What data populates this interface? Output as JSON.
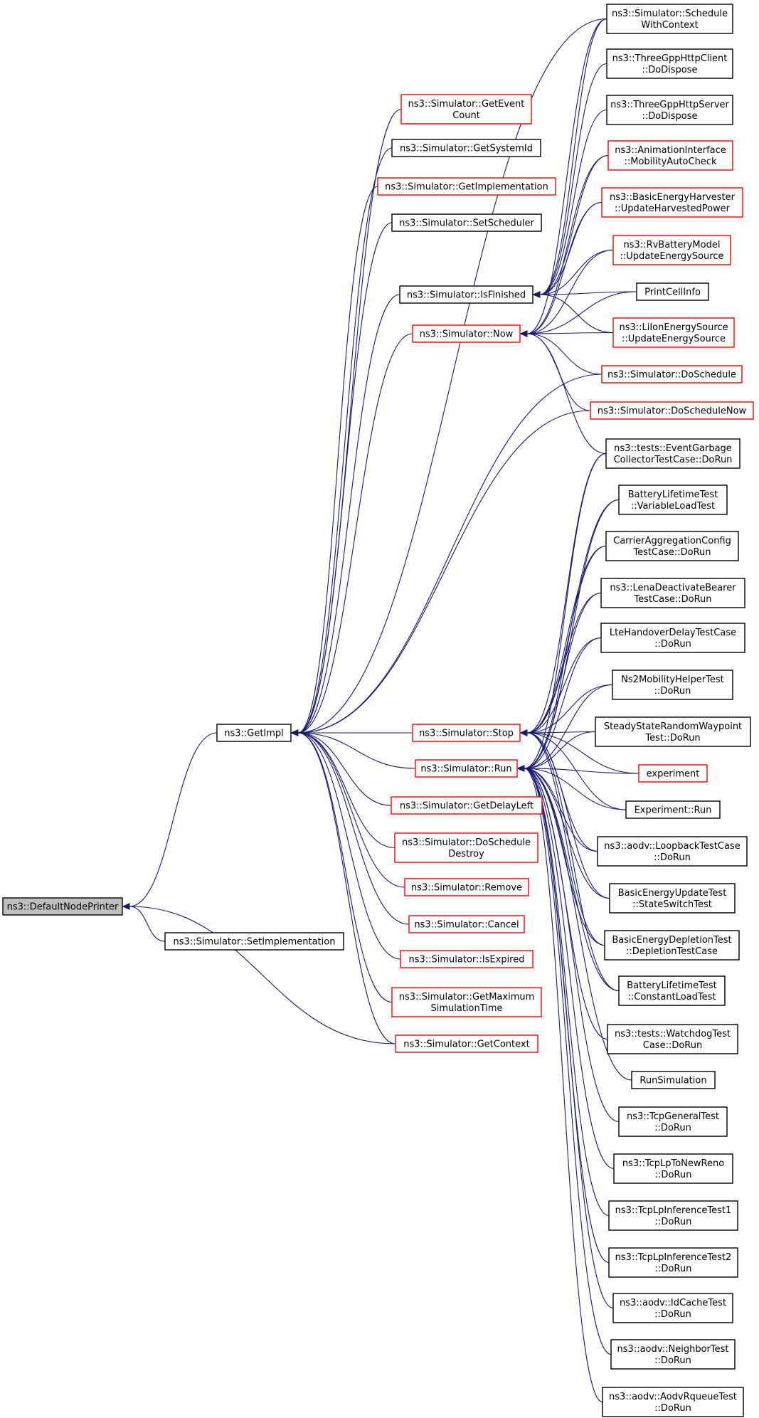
{
  "colors": {
    "edge": "#191970",
    "border_normal": "#000000",
    "border_truncated": "#ff0000",
    "root_fill": "#bfbfbf"
  },
  "nodes": [
    {
      "id": "defaultnodeprinter",
      "lines": [
        "ns3::DefaultNodePrinter"
      ],
      "style": "root"
    },
    {
      "id": "getimpl",
      "lines": [
        "ns3::GetImpl"
      ],
      "style": "normal"
    },
    {
      "id": "setimplementation",
      "lines": [
        "ns3::Simulator::SetImplementation"
      ],
      "style": "normal"
    },
    {
      "id": "geteventcount",
      "lines": [
        "ns3::Simulator::GetEvent",
        "Count"
      ],
      "style": "red"
    },
    {
      "id": "getsystemid",
      "lines": [
        "ns3::Simulator::GetSystemId"
      ],
      "style": "normal"
    },
    {
      "id": "getimplementation",
      "lines": [
        "ns3::Simulator::GetImplementation"
      ],
      "style": "red"
    },
    {
      "id": "setscheduler",
      "lines": [
        "ns3::Simulator::SetScheduler"
      ],
      "style": "normal"
    },
    {
      "id": "isfinished",
      "lines": [
        "ns3::Simulator::IsFinished"
      ],
      "style": "normal"
    },
    {
      "id": "now",
      "lines": [
        "ns3::Simulator::Now"
      ],
      "style": "red"
    },
    {
      "id": "stop",
      "lines": [
        "ns3::Simulator::Stop"
      ],
      "style": "red"
    },
    {
      "id": "run",
      "lines": [
        "ns3::Simulator::Run"
      ],
      "style": "red"
    },
    {
      "id": "getdelayleft",
      "lines": [
        "ns3::Simulator::GetDelayLeft"
      ],
      "style": "red"
    },
    {
      "id": "doscheduledestroy",
      "lines": [
        "ns3::Simulator::DoSchedule",
        "Destroy"
      ],
      "style": "red"
    },
    {
      "id": "remove",
      "lines": [
        "ns3::Simulator::Remove"
      ],
      "style": "red"
    },
    {
      "id": "cancel",
      "lines": [
        "ns3::Simulator::Cancel"
      ],
      "style": "red"
    },
    {
      "id": "isexpired",
      "lines": [
        "ns3::Simulator::IsExpired"
      ],
      "style": "red"
    },
    {
      "id": "getmaximum",
      "lines": [
        "ns3::Simulator::GetMaximum",
        "SimulationTime"
      ],
      "style": "red"
    },
    {
      "id": "getcontext",
      "lines": [
        "ns3::Simulator::GetContext"
      ],
      "style": "red"
    },
    {
      "id": "schedulewithcontext",
      "lines": [
        "ns3::Simulator::Schedule",
        "WithContext"
      ],
      "style": "normal"
    },
    {
      "id": "httpclient",
      "lines": [
        "ns3::ThreeGppHttpClient",
        "::DoDispose"
      ],
      "style": "normal"
    },
    {
      "id": "httpserver",
      "lines": [
        "ns3::ThreeGppHttpServer",
        "::DoDispose"
      ],
      "style": "normal"
    },
    {
      "id": "animation",
      "lines": [
        "ns3::AnimationInterface",
        "::MobilityAutoCheck"
      ],
      "style": "red"
    },
    {
      "id": "harvester",
      "lines": [
        "ns3::BasicEnergyHarvester",
        "::UpdateHarvestedPower"
      ],
      "style": "red"
    },
    {
      "id": "rvbattery",
      "lines": [
        "ns3::RvBatteryModel",
        "::UpdateEnergySource"
      ],
      "style": "red"
    },
    {
      "id": "printcellinfo",
      "lines": [
        "PrintCellInfo"
      ],
      "style": "normal"
    },
    {
      "id": "liion",
      "lines": [
        "ns3::LiIonEnergySource",
        "::UpdateEnergySource"
      ],
      "style": "red"
    },
    {
      "id": "doschedule",
      "lines": [
        "ns3::Simulator::DoSchedule"
      ],
      "style": "red"
    },
    {
      "id": "doschedulenow",
      "lines": [
        "ns3::Simulator::DoScheduleNow"
      ],
      "style": "red"
    },
    {
      "id": "eventgarbage",
      "lines": [
        "ns3::tests::EventGarbage",
        "CollectorTestCase::DoRun"
      ],
      "style": "normal"
    },
    {
      "id": "batteryvariable",
      "lines": [
        "BatteryLifetimeTest",
        "::VariableLoadTest"
      ],
      "style": "normal"
    },
    {
      "id": "carrieragg",
      "lines": [
        "CarrierAggregationConfig",
        "TestCase::DoRun"
      ],
      "style": "normal"
    },
    {
      "id": "lenadeactivate",
      "lines": [
        "ns3::LenaDeactivateBearer",
        "TestCase::DoRun"
      ],
      "style": "normal"
    },
    {
      "id": "ltehandover",
      "lines": [
        "LteHandoverDelayTestCase",
        "::DoRun"
      ],
      "style": "normal"
    },
    {
      "id": "ns2mobility",
      "lines": [
        "Ns2MobilityHelperTest",
        "::DoRun"
      ],
      "style": "normal"
    },
    {
      "id": "steadystate",
      "lines": [
        "SteadyStateRandomWaypoint",
        "Test::DoRun"
      ],
      "style": "normal"
    },
    {
      "id": "experiment",
      "lines": [
        "experiment"
      ],
      "style": "red"
    },
    {
      "id": "experimentrun",
      "lines": [
        "Experiment::Run"
      ],
      "style": "normal"
    },
    {
      "id": "aodvloopback",
      "lines": [
        "ns3::aodv::LoopbackTestCase",
        "::DoRun"
      ],
      "style": "normal"
    },
    {
      "id": "energyupdate",
      "lines": [
        "BasicEnergyUpdateTest",
        "::StateSwitchTest"
      ],
      "style": "normal"
    },
    {
      "id": "energydepletion",
      "lines": [
        "BasicEnergyDepletionTest",
        "::DepletionTestCase"
      ],
      "style": "normal"
    },
    {
      "id": "batteryconstant",
      "lines": [
        "BatteryLifetimeTest",
        "::ConstantLoadTest"
      ],
      "style": "normal"
    },
    {
      "id": "watchdog",
      "lines": [
        "ns3::tests::WatchdogTest",
        "Case::DoRun"
      ],
      "style": "normal"
    },
    {
      "id": "runsimulation",
      "lines": [
        "RunSimulation"
      ],
      "style": "normal"
    },
    {
      "id": "tcpgeneral",
      "lines": [
        "ns3::TcpGeneralTest",
        "::DoRun"
      ],
      "style": "normal"
    },
    {
      "id": "tcplpnewreno",
      "lines": [
        "ns3::TcpLpToNewReno",
        "::DoRun"
      ],
      "style": "normal"
    },
    {
      "id": "tcplpinf1",
      "lines": [
        "ns3::TcpLpInferenceTest1",
        "::DoRun"
      ],
      "style": "normal"
    },
    {
      "id": "tcplpinf2",
      "lines": [
        "ns3::TcpLpInferenceTest2",
        "::DoRun"
      ],
      "style": "normal"
    },
    {
      "id": "idcache",
      "lines": [
        "ns3::aodv::IdCacheTest",
        "::DoRun"
      ],
      "style": "normal"
    },
    {
      "id": "neighbor",
      "lines": [
        "ns3::aodv::NeighborTest",
        "::DoRun"
      ],
      "style": "normal"
    },
    {
      "id": "rqueue",
      "lines": [
        "ns3::aodv::AodvRqueueTest",
        "::DoRun"
      ],
      "style": "normal"
    }
  ],
  "edges": [
    [
      "getimpl",
      "defaultnodeprinter"
    ],
    [
      "setimplementation",
      "defaultnodeprinter"
    ],
    [
      "getcontext",
      "defaultnodeprinter"
    ],
    [
      "geteventcount",
      "getimpl"
    ],
    [
      "getsystemid",
      "getimpl"
    ],
    [
      "getimplementation",
      "getimpl"
    ],
    [
      "setscheduler",
      "getimpl"
    ],
    [
      "isfinished",
      "getimpl"
    ],
    [
      "now",
      "getimpl"
    ],
    [
      "stop",
      "getimpl"
    ],
    [
      "run",
      "getimpl"
    ],
    [
      "getdelayleft",
      "getimpl"
    ],
    [
      "doscheduledestroy",
      "getimpl"
    ],
    [
      "remove",
      "getimpl"
    ],
    [
      "cancel",
      "getimpl"
    ],
    [
      "isexpired",
      "getimpl"
    ],
    [
      "getmaximum",
      "getimpl"
    ],
    [
      "getcontext",
      "getimpl"
    ],
    [
      "schedulewithcontext",
      "getimpl"
    ],
    [
      "doschedule",
      "getimpl"
    ],
    [
      "doschedulenow",
      "getimpl"
    ],
    [
      "schedulewithcontext",
      "isfinished"
    ],
    [
      "httpclient",
      "isfinished"
    ],
    [
      "httpserver",
      "isfinished"
    ],
    [
      "animation",
      "isfinished"
    ],
    [
      "harvester",
      "isfinished"
    ],
    [
      "rvbattery",
      "isfinished"
    ],
    [
      "printcellinfo",
      "isfinished"
    ],
    [
      "liion",
      "isfinished"
    ],
    [
      "schedulewithcontext",
      "now"
    ],
    [
      "animation",
      "now"
    ],
    [
      "harvester",
      "now"
    ],
    [
      "rvbattery",
      "now"
    ],
    [
      "printcellinfo",
      "now"
    ],
    [
      "liion",
      "now"
    ],
    [
      "doschedule",
      "now"
    ],
    [
      "doschedulenow",
      "now"
    ],
    [
      "eventgarbage",
      "now"
    ],
    [
      "eventgarbage",
      "stop"
    ],
    [
      "batteryvariable",
      "stop"
    ],
    [
      "carrieragg",
      "stop"
    ],
    [
      "lenadeactivate",
      "stop"
    ],
    [
      "ltehandover",
      "stop"
    ],
    [
      "ns2mobility",
      "stop"
    ],
    [
      "steadystate",
      "stop"
    ],
    [
      "experiment",
      "stop"
    ],
    [
      "experimentrun",
      "stop"
    ],
    [
      "aodvloopback",
      "stop"
    ],
    [
      "energyupdate",
      "stop"
    ],
    [
      "energydepletion",
      "stop"
    ],
    [
      "batteryconstant",
      "stop"
    ],
    [
      "eventgarbage",
      "run"
    ],
    [
      "batteryvariable",
      "run"
    ],
    [
      "carrieragg",
      "run"
    ],
    [
      "lenadeactivate",
      "run"
    ],
    [
      "ltehandover",
      "run"
    ],
    [
      "ns2mobility",
      "run"
    ],
    [
      "steadystate",
      "run"
    ],
    [
      "experiment",
      "run"
    ],
    [
      "experimentrun",
      "run"
    ],
    [
      "aodvloopback",
      "run"
    ],
    [
      "energyupdate",
      "run"
    ],
    [
      "energydepletion",
      "run"
    ],
    [
      "batteryconstant",
      "run"
    ],
    [
      "watchdog",
      "run"
    ],
    [
      "runsimulation",
      "run"
    ],
    [
      "tcpgeneral",
      "run"
    ],
    [
      "tcplpnewreno",
      "run"
    ],
    [
      "tcplpinf1",
      "run"
    ],
    [
      "tcplpinf2",
      "run"
    ],
    [
      "idcache",
      "run"
    ],
    [
      "neighbor",
      "run"
    ],
    [
      "rqueue",
      "run"
    ]
  ]
}
